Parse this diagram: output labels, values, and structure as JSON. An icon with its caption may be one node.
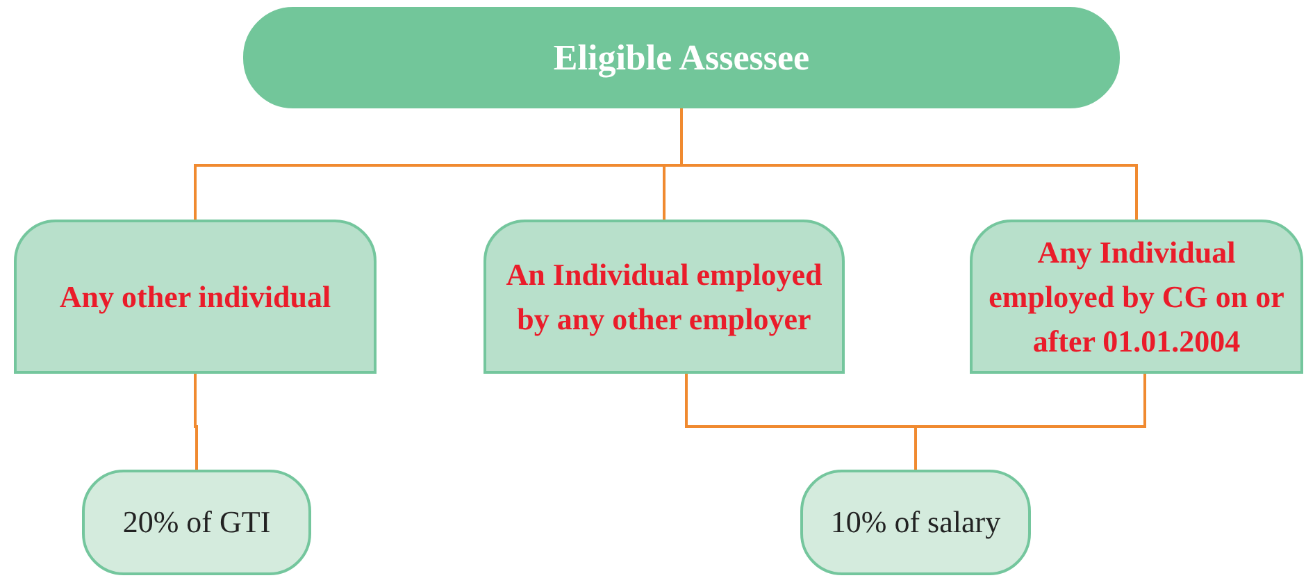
{
  "diagram": {
    "nodes": [
      {
        "text": [
          "Eligible Assessee"
        ]
      },
      {
        "text": [
          "Any other individual"
        ]
      },
      {
        "text": [
          "An Individual employed by any other employer"
        ]
      },
      {
        "text": [
          "Any Individual employed by CG on or after 01.01.2004"
        ]
      },
      {
        "text": [
          "20% of GTI"
        ]
      },
      {
        "text": [
          "10% of salary"
        ]
      }
    ],
    "edges": [
      {
        "from": 0,
        "to": 1,
        "arrow": "none"
      },
      {
        "from": 0,
        "to": 2,
        "arrow": "none"
      },
      {
        "from": 0,
        "to": 3,
        "arrow": "none"
      },
      {
        "from": 1,
        "to": 4,
        "arrow": "none"
      },
      {
        "from": 2,
        "to": 5,
        "arrow": "none"
      },
      {
        "from": 3,
        "to": 5,
        "arrow": "none"
      }
    ]
  }
}
